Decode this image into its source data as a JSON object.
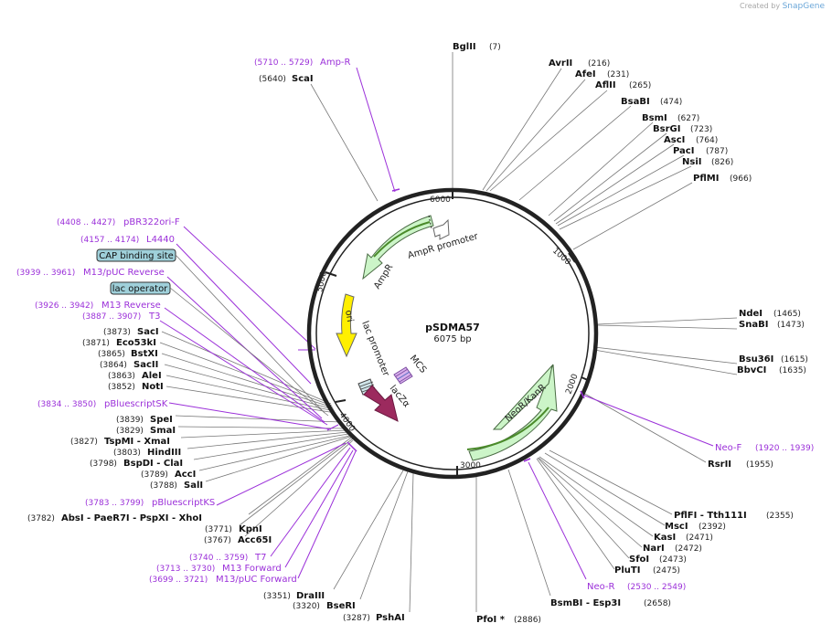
{
  "watermark": {
    "prefix": "Created by",
    "brand": "SnapGene"
  },
  "plasmid": {
    "name": "pSDMA57",
    "length_label": "6075 bp",
    "length": 6075
  },
  "ticks": [
    "1000",
    "2000",
    "3000",
    "4000",
    "5000",
    "6000"
  ],
  "enzymes": [
    {
      "name": "BglII",
      "pos": "(7)"
    },
    {
      "name": "AvrII",
      "pos": "(216)"
    },
    {
      "name": "AfeI",
      "pos": "(231)"
    },
    {
      "name": "AflII",
      "pos": "(265)"
    },
    {
      "name": "BsaBI",
      "pos": "(474)"
    },
    {
      "name": "BsmI",
      "pos": "(627)"
    },
    {
      "name": "BsrGI",
      "pos": "(723)"
    },
    {
      "name": "AscI",
      "pos": "(764)"
    },
    {
      "name": "PacI",
      "pos": "(787)"
    },
    {
      "name": "NsiI",
      "pos": "(826)"
    },
    {
      "name": "PflMI",
      "pos": "(966)"
    },
    {
      "name": "NdeI",
      "pos": "(1465)"
    },
    {
      "name": "SnaBI",
      "pos": "(1473)"
    },
    {
      "name": "Bsu36I",
      "pos": "(1615)"
    },
    {
      "name": "BbvCI",
      "pos": "(1635)"
    },
    {
      "name": "RsrII",
      "pos": "(1955)"
    },
    {
      "name": "PflFI - Tth111I",
      "pos": "(2355)"
    },
    {
      "name": "MscI",
      "pos": "(2392)"
    },
    {
      "name": "KasI",
      "pos": "(2471)"
    },
    {
      "name": "NarI",
      "pos": "(2472)"
    },
    {
      "name": "SfoI",
      "pos": "(2473)"
    },
    {
      "name": "PluTI",
      "pos": "(2475)"
    },
    {
      "name": "BsmBI - Esp3I",
      "pos": "(2658)"
    },
    {
      "name": "PfoI *",
      "pos": "(2886)"
    },
    {
      "name": "PshAI",
      "pos": "(3287)"
    },
    {
      "name": "BseRI",
      "pos": "(3320)"
    },
    {
      "name": "DraIII",
      "pos": "(3351)"
    },
    {
      "name": "Acc65I",
      "pos": "(3767)"
    },
    {
      "name": "KpnI",
      "pos": "(3771)"
    },
    {
      "name": "AbsI - PaeR7I - PspXI - XhoI",
      "pos": "(3782)"
    },
    {
      "name": "SalI",
      "pos": "(3788)"
    },
    {
      "name": "AccI",
      "pos": "(3789)"
    },
    {
      "name": "BspDI - ClaI",
      "pos": "(3798)"
    },
    {
      "name": "HindIII",
      "pos": "(3803)"
    },
    {
      "name": "TspMI - XmaI",
      "pos": "(3827)"
    },
    {
      "name": "SmaI",
      "pos": "(3829)"
    },
    {
      "name": "SpeI",
      "pos": "(3839)"
    },
    {
      "name": "NotI",
      "pos": "(3852)"
    },
    {
      "name": "AleI",
      "pos": "(3863)"
    },
    {
      "name": "SacII",
      "pos": "(3864)"
    },
    {
      "name": "BstXI",
      "pos": "(3865)"
    },
    {
      "name": "Eco53kI",
      "pos": "(3871)"
    },
    {
      "name": "SacI",
      "pos": "(3873)"
    },
    {
      "name": "ScaI",
      "pos": "(5640)"
    }
  ],
  "primers": [
    {
      "name": "Amp-R",
      "range": "(5710 .. 5729)"
    },
    {
      "name": "pBR322ori-F",
      "range": "(4408 .. 4427)"
    },
    {
      "name": "L4440",
      "range": "(4157 .. 4174)"
    },
    {
      "name": "M13/pUC Reverse",
      "range": "(3939 .. 3961)"
    },
    {
      "name": "M13 Reverse",
      "range": "(3926 .. 3942)"
    },
    {
      "name": "T3",
      "range": "(3887 .. 3907)"
    },
    {
      "name": "pBluescriptSK",
      "range": "(3834 .. 3850)"
    },
    {
      "name": "pBluescriptKS",
      "range": "(3783 .. 3799)"
    },
    {
      "name": "T7",
      "range": "(3740 .. 3759)"
    },
    {
      "name": "M13 Forward",
      "range": "(3713 .. 3730)"
    },
    {
      "name": "M13/pUC Forward",
      "range": "(3699 .. 3721)"
    },
    {
      "name": "Neo-F",
      "range": "(1920 .. 1939)"
    },
    {
      "name": "Neo-R",
      "range": "(2530 .. 2549)"
    }
  ],
  "boxed_features": [
    {
      "name": "CAP binding site"
    },
    {
      "name": "lac operator"
    }
  ],
  "features": [
    {
      "name": "AmpR promoter"
    },
    {
      "name": "AmpR"
    },
    {
      "name": "ori"
    },
    {
      "name": "lac promoter"
    },
    {
      "name": "MCS"
    },
    {
      "name": "lacZα"
    },
    {
      "name": "NeoR/KanR"
    }
  ],
  "colors": {
    "primer": "#9b30d9",
    "ampr": "#ccf5c8",
    "ori": "#ffef00",
    "lacz": "#9c2a5e",
    "neor": "#ccf5c8",
    "boxed": "#9fd0da"
  }
}
